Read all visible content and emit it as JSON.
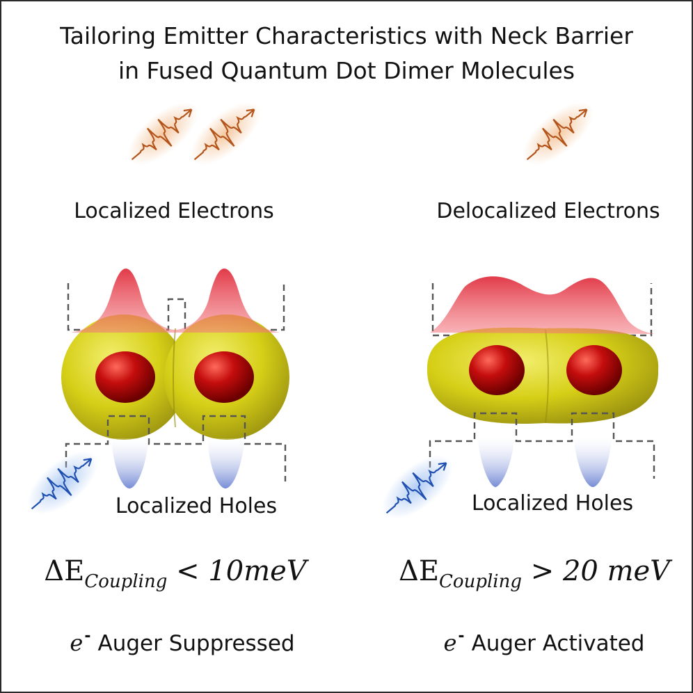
{
  "title": {
    "line1": "Tailoring Emitter Characteristics with Neck Barrier",
    "line2": "in Fused Quantum Dot Dimer Molecules"
  },
  "left_panel": {
    "electrons_label": "Localized Electrons",
    "holes_label": "Localized Holes",
    "formula": {
      "symbol": "ΔE",
      "subscript": "Coupling",
      "relation": "< 10meV"
    },
    "auger": {
      "particle": "e",
      "charge": "-",
      "text": "Auger Suppressed"
    },
    "photon_count": 2
  },
  "right_panel": {
    "electrons_label": "Delocalized Electrons",
    "holes_label": "Localized Holes",
    "formula": {
      "symbol": "ΔE",
      "subscript": "Coupling",
      "relation": "> 20 meV"
    },
    "auger": {
      "particle": "e",
      "charge": "-",
      "text": "Auger Activated"
    },
    "photon_count": 1
  },
  "colors": {
    "shell": "#d9d21a",
    "core": "#b00000",
    "electron_density": "#e8434f",
    "hole_density": "#7b8fd6",
    "emission_photon": "#b5541a",
    "excitation_photon": "#1f4fb0",
    "potential_line": "#555555"
  }
}
